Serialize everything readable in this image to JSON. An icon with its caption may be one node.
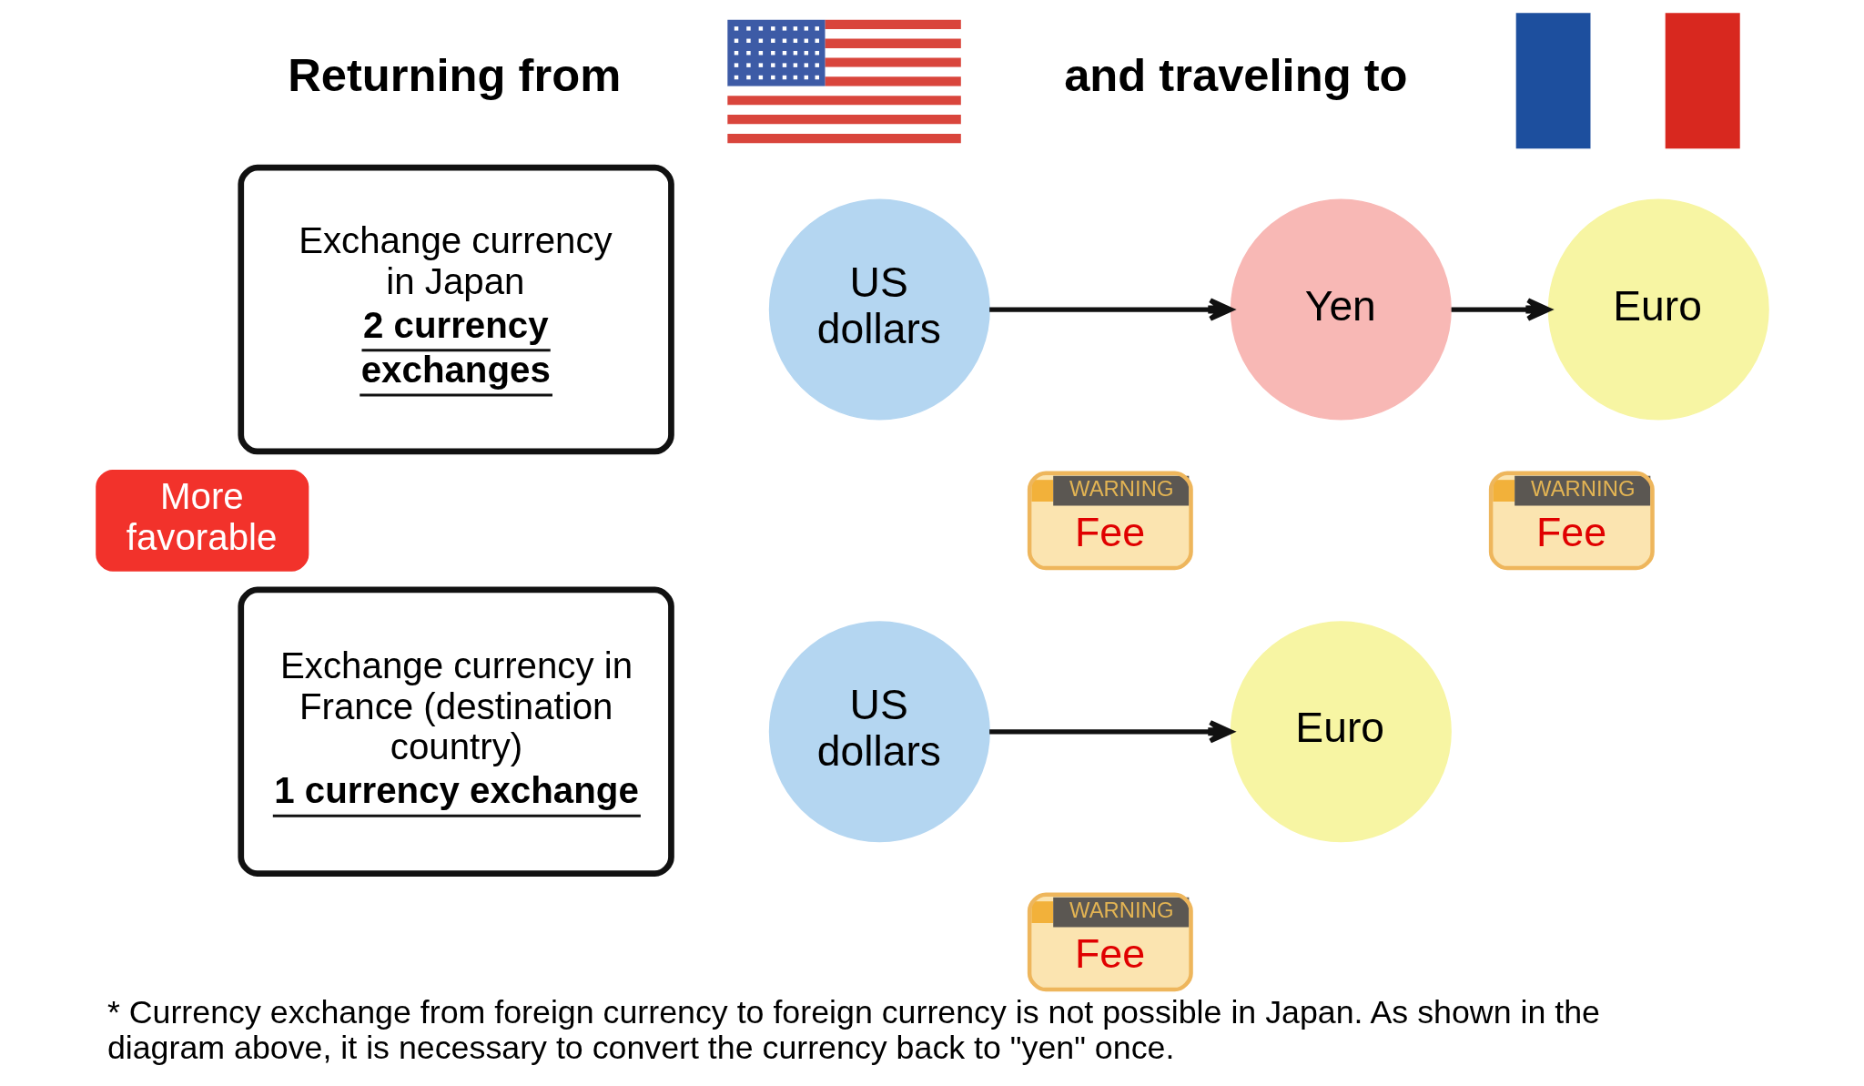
{
  "diagram": {
    "caption": "* Currency exchange from foreign currency to foreign currency is not possible in Japan. As shown in the diagram above, it is necessary to convert the currency back to \"yen\" once.",
    "nodes": [
      {
        "text": [],
        "shape": "picture"
      },
      {
        "text": [],
        "shape": "picture"
      },
      {
        "text": [
          "Exchange currency in Japan",
          "2 currency exchanges"
        ]
      },
      {
        "text": [
          "US dollars"
        ]
      },
      {
        "text": [
          "Yen"
        ]
      },
      {
        "text": [
          "Euro"
        ]
      },
      {
        "text": [
          "WARNING",
          "Fee"
        ]
      },
      {
        "text": [
          "WARNING",
          "Fee"
        ]
      },
      {
        "text": [
          "More favorable"
        ]
      },
      {
        "text": [
          "Exchange currency in France (destination country)",
          "1 currency exchange"
        ]
      },
      {
        "text": [
          "US dollars"
        ]
      },
      {
        "text": [
          "Euro"
        ]
      },
      {
        "text": [
          "WARNING",
          "Fee"
        ]
      }
    ],
    "edges": [
      {
        "from": 3,
        "to": 4,
        "arrow": "to"
      },
      {
        "from": 4,
        "to": 5,
        "arrow": "to"
      },
      {
        "from": 10,
        "to": 11,
        "arrow": "to"
      }
    ],
    "labels": [
      "Returning from",
      "and traveling to"
    ]
  }
}
